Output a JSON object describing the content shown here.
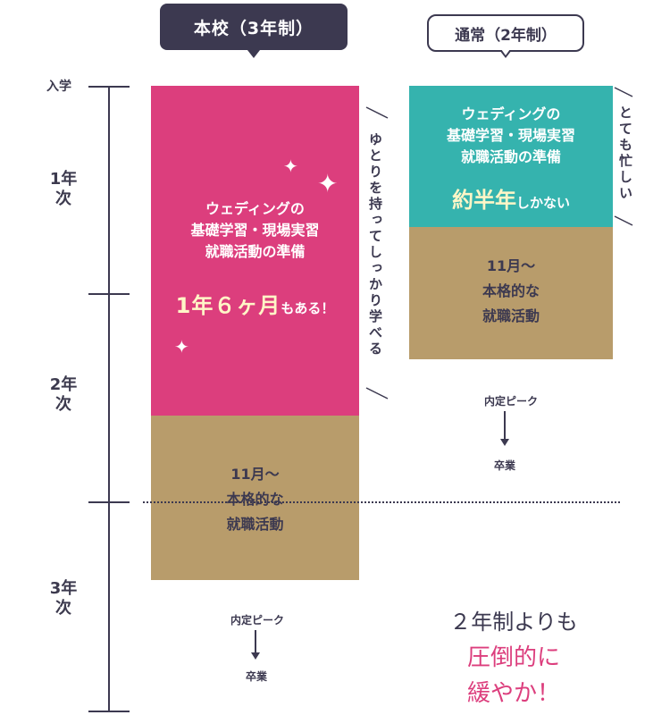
{
  "columns": {
    "main_label": "本校（3年制）",
    "sub_label": "通常（2年制）"
  },
  "timeline": {
    "enroll": "入学",
    "years": [
      "1年次",
      "2年次",
      "3年次"
    ]
  },
  "main_course": {
    "study_lines": [
      "ウェディングの",
      "基礎学習・現場実習",
      "就職活動の準備"
    ],
    "highlight": "1年６ヶ月",
    "highlight_tail": "もある！",
    "job_lines": [
      "11月〜",
      "本格的な",
      "就職活動"
    ],
    "side_note": "ゆとりを持ってしっかり学べる",
    "peak": "内定ピーク",
    "graduate": "卒業"
  },
  "sub_course": {
    "study_lines": [
      "ウェディングの",
      "基礎学習・現場実習",
      "就職活動の準備"
    ],
    "highlight": "約半年",
    "highlight_tail": "しかない",
    "job_lines": [
      "11月〜",
      "本格的な",
      "就職活動"
    ],
    "side_note": "とても忙しい",
    "peak": "内定ピーク",
    "graduate": "卒業"
  },
  "conclusion": {
    "line1": "２年制よりも",
    "line2": "圧倒的に",
    "line3": "緩やか！"
  },
  "colors": {
    "navy": "#3c3950",
    "pink": "#dc3e7d",
    "teal": "#35b3ae",
    "tan": "#b89c6b",
    "highlight": "#fff6c7"
  }
}
